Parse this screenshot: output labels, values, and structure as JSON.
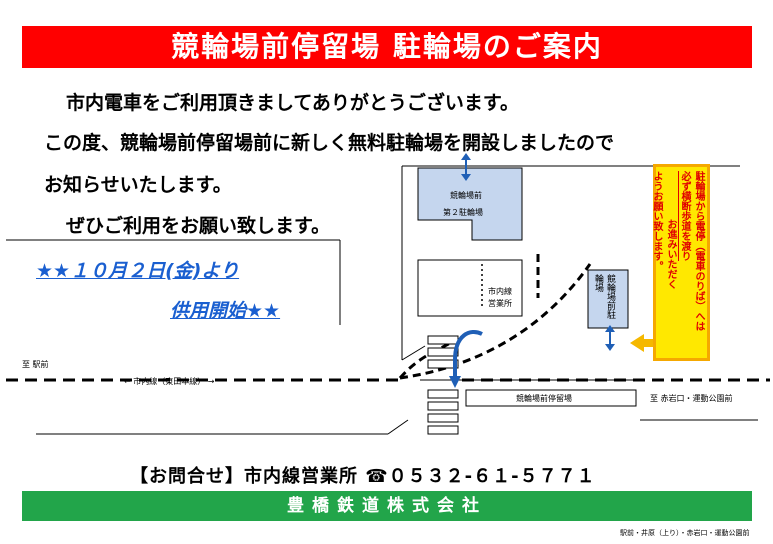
{
  "header": {
    "title": "競輪場前停留場 駐輪場のご案内"
  },
  "intro": {
    "line1": "市内電車をご利用頂きましてありがとうございます。",
    "line2": "この度、競輪場前停留場前に新しく無料駐輪場を開設しましたので",
    "line3": "お知らせいたします。",
    "line4": "ぜひご利用をお願い致します。"
  },
  "announcement": {
    "line1": "★★１０月２日(金)より",
    "line2": "供用開始★★"
  },
  "map": {
    "new_parking": "競輪場前\n第２駐輪場",
    "new_parking_line1": "競輪場前",
    "new_parking_line2": "第２駐輪場",
    "office": "市内線\n営業所",
    "office_line1": "市内線",
    "office_line2": "営業所",
    "existing_parking": "競輪場前駐輪場",
    "line_label": "← 市内線（東田本線） →",
    "stop_label": "競輪場前停留場",
    "dir_left": "至 駅前",
    "dir_right": "至 赤岩口・運動公園前",
    "notice_col1": "駐輪場から電停（電車のりば）へは",
    "notice_col2": "必ず横断歩道を渡り",
    "notice_col3": "お進みいただく",
    "notice_col4": "ようお願い致します。"
  },
  "contact": {
    "text": "【お問合せ】市内線営業所 ☎０５３２-６１-５７７１"
  },
  "footer": {
    "company": "豊橋鉄道株式会社"
  },
  "fineprint": {
    "text": "駅前・井原（上り）・赤岩口・運動公園前"
  },
  "colors": {
    "banner": "#ff0000",
    "footer": "#22a54a",
    "notice_bg": "#ffe800",
    "accent_blue": "#1a5fd0",
    "parking_fill": "#c5d6ee"
  }
}
